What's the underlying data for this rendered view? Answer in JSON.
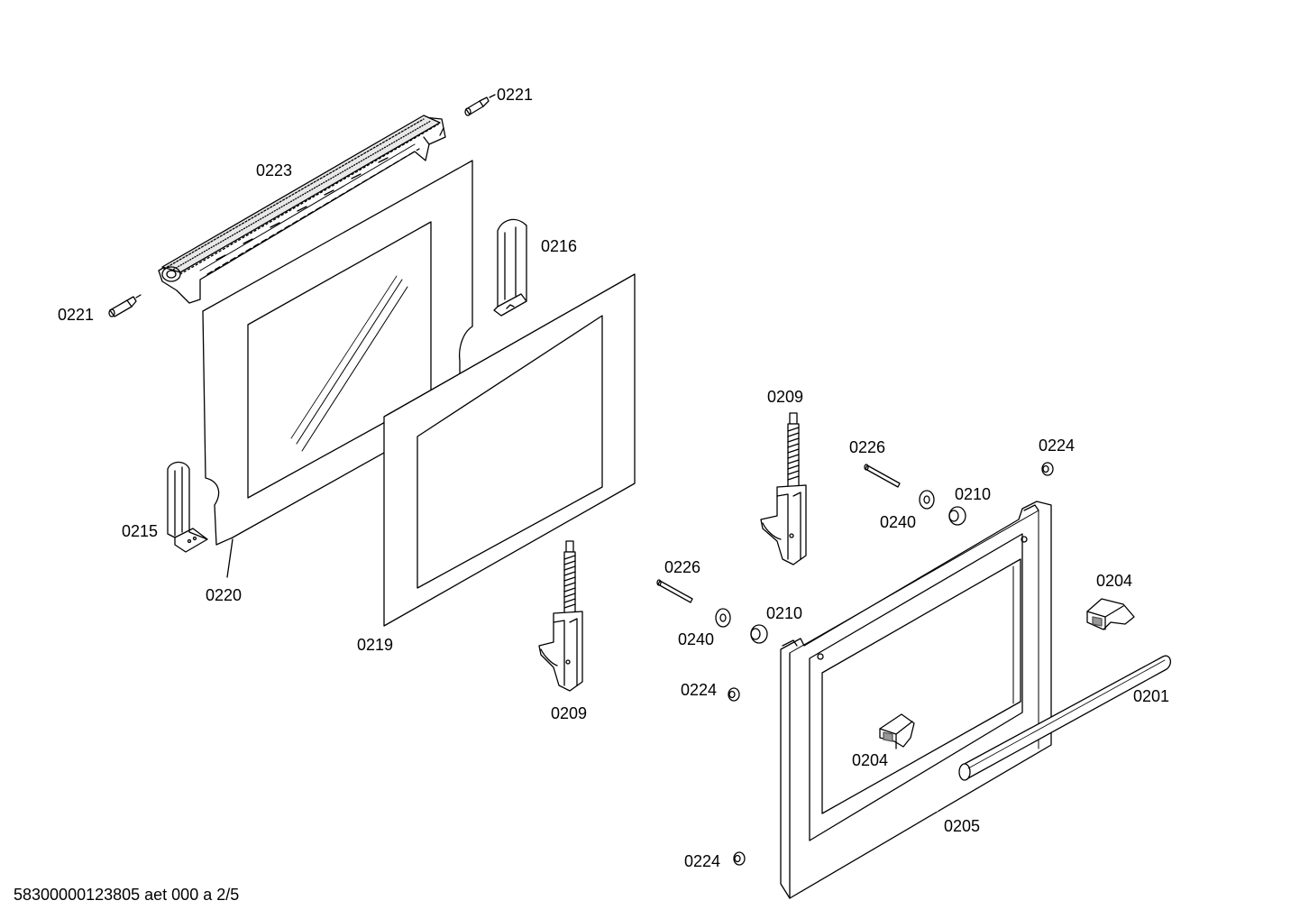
{
  "diagram": {
    "labels": {
      "p0221_top": "0221",
      "p0223": "0223",
      "p0216": "0216",
      "p0221_left": "0221",
      "p0215": "0215",
      "p0220": "0220",
      "p0219": "0219",
      "p0209_mid": "0209",
      "p0209_right": "0209",
      "p0226_right": "0226",
      "p0224_topright": "0224",
      "p0210_right": "0210",
      "p0240_right": "0240",
      "p0226_mid": "0226",
      "p0240_mid": "0240",
      "p0210_mid": "0210",
      "p0224_mid": "0224",
      "p0204_right": "0204",
      "p0201": "0201",
      "p0204_mid": "0204",
      "p0205": "0205",
      "p0224_bottom": "0224"
    },
    "footer": "58300000123805 aet 000 a 2/5"
  }
}
